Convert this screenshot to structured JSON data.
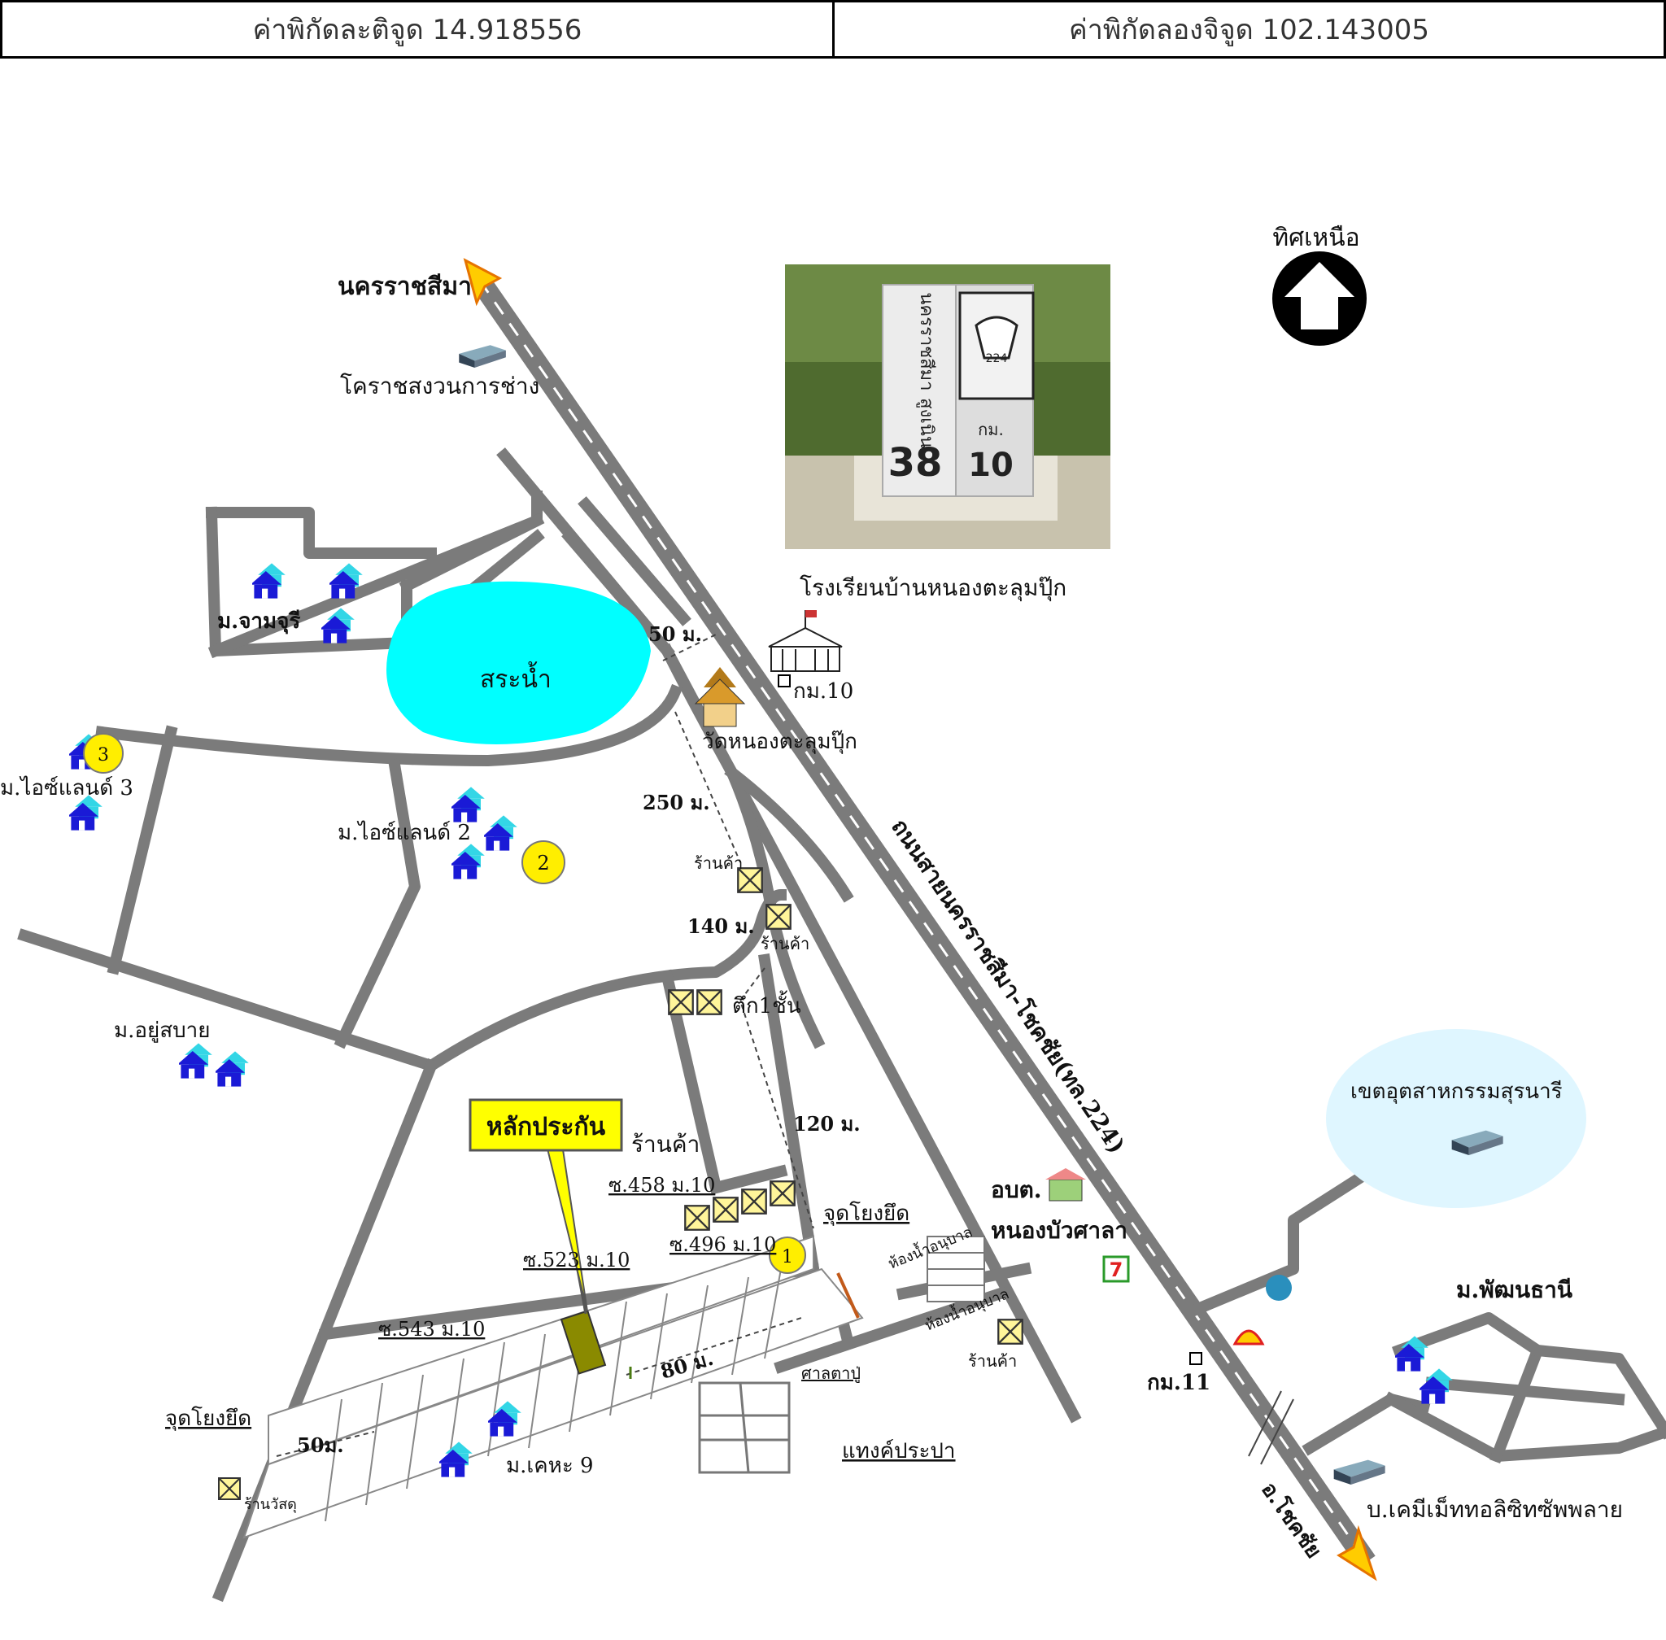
{
  "header": {
    "latitude_label": "ค่าพิกัดละติจูด 14.918556",
    "longitude_label": "ค่าพิกัดลองจิจูด 102.143005"
  },
  "north": {
    "label": "ทิศเหนือ"
  },
  "milestone_photo": {
    "top_text": "นครราชสีมา",
    "middle_text": "สูงเนิน",
    "number_left": "38",
    "km_label": "กม.",
    "number_right": "10",
    "emblem_text": "224"
  },
  "labels": {
    "nakhon": "นครราชสีมา",
    "korat_garden": "โคราชสงวนการช่าง",
    "school": "โรงเรียนบ้านหนองตะลุมปุ๊ก",
    "km10": "กม.10",
    "temple": "วัดหนองตะลุมปุ๊ก",
    "pond": "สระน้ำ",
    "m_jamjuree": "ม.จามจุรี",
    "d50": "50 ม.",
    "d250": "250 ม.",
    "d140": "140 ม.",
    "d120": "120 ม.",
    "d80": "80 ม.",
    "d50b": "50ม.",
    "shop1": "ร้านค้า",
    "shop2": "ร้านค้า",
    "shop3": "ร้านค้า",
    "shop4": "ร้านค้า",
    "building1": "ตึก1ชั้น",
    "m_ichland3": "ม.ไอซ์แลนด์ 3",
    "m_ichland2": "ม.ไอซ์แลนด์ 2",
    "m_yoosabai": "ม.อยู่สบาย",
    "collateral": "หลักประกัน",
    "soi458": "ซ.458 ม.10",
    "soi496": "ซ.496 ม.10",
    "soi523": "ซ.523 ม.10",
    "soi543": "ซ.543 ม.10",
    "pole1": "จุดโยงยึด",
    "pole2": "จุดโยงยึด",
    "sala": "ศาลตาปู่",
    "water_tank": "แทงค์ประปา",
    "m_kheha9": "ม.เคหะ 9",
    "concrete": "ร้านวัสดุ",
    "obt": "อบต.",
    "nongbua": "หนองบัวศาลา",
    "restroom1": "ห้องน้ำอนุบาล",
    "restroom2": "ห้องน้ำอนุบาล",
    "road_name": "ถนนสายนครราชสีมา-โชคชัย(ทล.224)",
    "km11": "กม.11",
    "industrial": "เขตอุตสาหกรรมสุรนารี",
    "m_pattanathani": "ม.พัฒนธานี",
    "chemical": "บ.เคมีเม็ททอลิซิทซัพพลาย",
    "chokchai": "อ.โชคชัย",
    "marker1": "1",
    "marker2": "2",
    "marker3": "3",
    "seven": "7"
  },
  "colors": {
    "road": "#7b7b7b",
    "highway_dash": "#ffffff",
    "pond": "#00ffff",
    "industrial_zone": "#dff6ff",
    "house_blue": "#1a1ad6",
    "house_cyan": "#33d6e6",
    "marker_yellow": "#ffee00",
    "arrow_yellow": "#ffcc00",
    "callout_yellow": "#ffff00"
  }
}
